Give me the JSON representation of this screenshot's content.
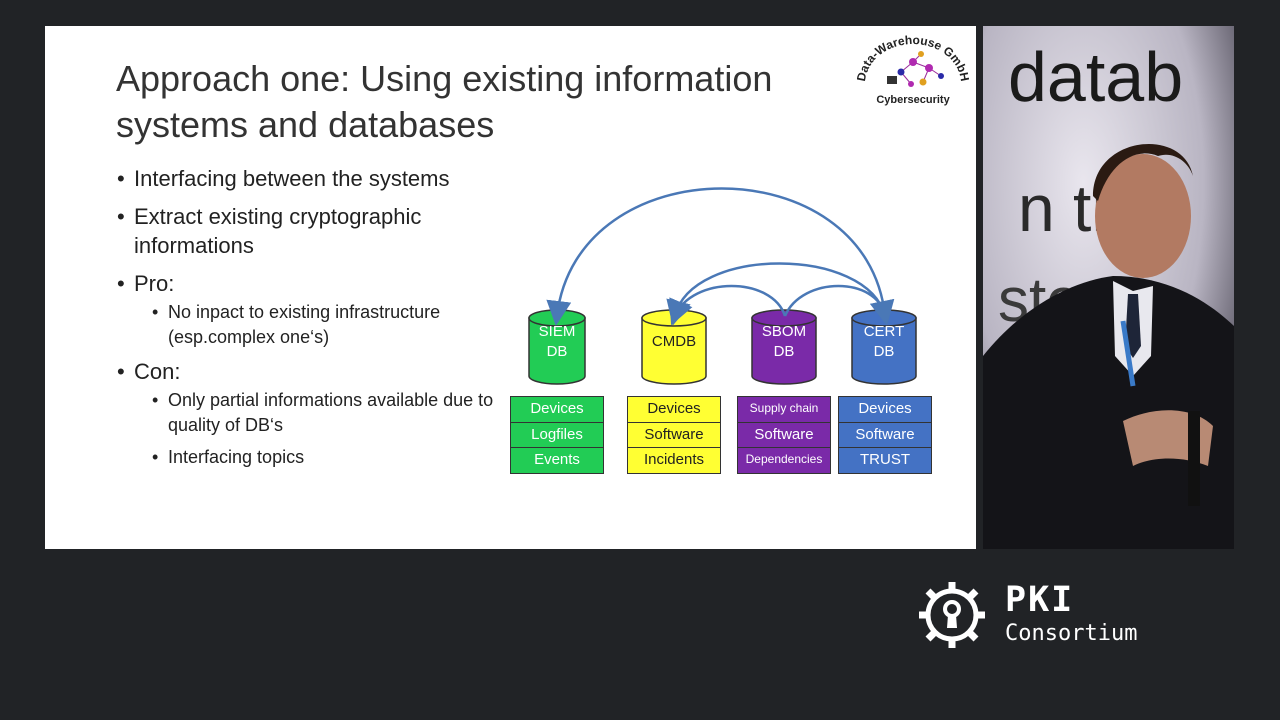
{
  "slide": {
    "title": "Approach one: Using existing information systems and databases",
    "bullets": {
      "interfacing": "Interfacing between the systems",
      "extract": "Extract existing cryptographic informations",
      "pro": "Pro:",
      "pro_sub": "No inpact to existing infrastructure (esp.complex one‘s)",
      "con": "Con:",
      "con_sub1": "Only partial informations available due to quality of DB‘s",
      "con_sub2": "Interfacing topics"
    },
    "logo": {
      "arc_text": "Data-Warehouse GmbH",
      "subtitle": "Cybersecurity"
    }
  },
  "diagram": {
    "databases": [
      {
        "name_line1": "SIEM",
        "name_line2": "DB",
        "color": "#22cc55",
        "text_color": "#ffffff",
        "items": [
          "Devices",
          "Logfiles",
          "Events"
        ]
      },
      {
        "name_line1": "CMDB",
        "name_line2": "",
        "color": "#ffff33",
        "text_color": "#222222",
        "items": [
          "Devices",
          "Software",
          "Incidents"
        ]
      },
      {
        "name_line1": "SBOM",
        "name_line2": "DB",
        "color": "#7a2aa8",
        "text_color": "#ffffff",
        "items": [
          "Supply chain",
          "Software",
          "Dependencies"
        ]
      },
      {
        "name_line1": "CERT",
        "name_line2": "DB",
        "color": "#4472c4",
        "text_color": "#ffffff",
        "items": [
          "Devices",
          "Software",
          "TRUST"
        ]
      }
    ],
    "arrow_color": "#4a78b6"
  },
  "video": {
    "backdrop_text": "datab\n n th\n ste"
  },
  "brand": {
    "name": "PKI",
    "sub": "Consortium"
  }
}
